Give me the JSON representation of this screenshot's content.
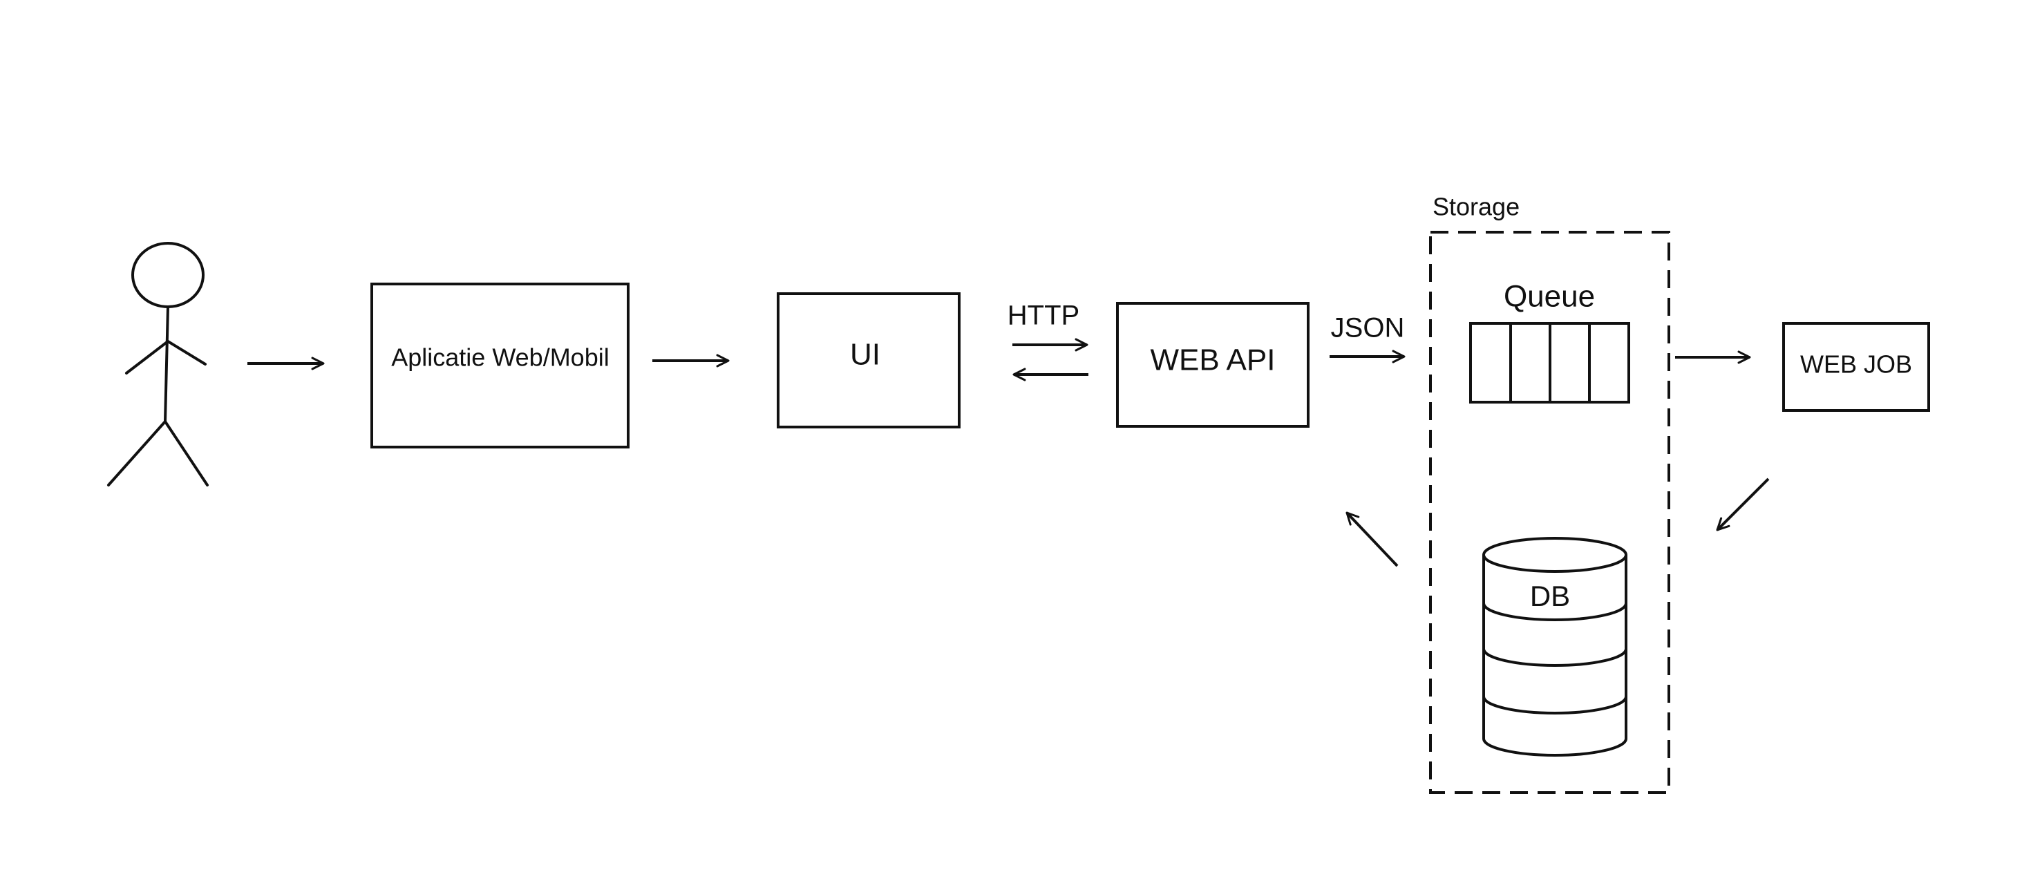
{
  "colors": {
    "stroke": "#111111",
    "background": "#ffffff"
  },
  "icons": {
    "actor": "stick-figure-icon",
    "queue": "queue-icon",
    "database": "database-cylinder-icon"
  },
  "nodes": {
    "app": "Aplicatie Web/Mobil",
    "ui": "UI",
    "web_api": "WEB API",
    "queue": "Queue",
    "db": "DB",
    "web_job": "WEB JOB"
  },
  "groups": {
    "storage": "Storage"
  },
  "edges": {
    "http": "HTTP",
    "json": "JSON"
  }
}
